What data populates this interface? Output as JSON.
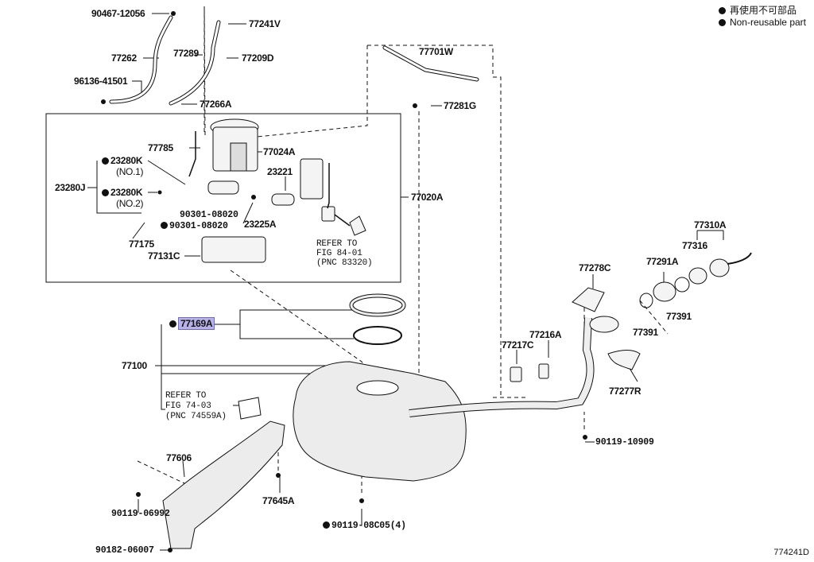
{
  "legend": {
    "line1": "再使用不可部品",
    "line2": "Non-reusable part"
  },
  "figure_id": "774241D",
  "parts": {
    "p90467": "90467-12056",
    "p77241V": "77241V",
    "p77262": "77262",
    "p77289": "77289",
    "p77209D": "77209D",
    "p96136": "96136-41501",
    "p77266A": "77266A",
    "p77701W": "77701W",
    "p77281G": "77281G",
    "p77785": "77785",
    "p77024A": "77024A",
    "p23280K1": "23280K",
    "p23280K1_sub": "(NO.1)",
    "p23280J": "23280J",
    "p23280K2": "23280K",
    "p23280K2_sub": "(NO.2)",
    "p23221": "23221",
    "p77020A": "77020A",
    "p90301a": "90301-08020",
    "p90301b": "90301-08020",
    "p23225A": "23225A",
    "p77175": "77175",
    "p77131C": "77131C",
    "p77310A": "77310A",
    "p77316": "77316",
    "p77291A": "77291A",
    "p77278C": "77278C",
    "p77391a": "77391",
    "p77391b": "77391",
    "p77169A": "77169A",
    "p77216A": "77216A",
    "p77217C": "77217C",
    "p77100": "77100",
    "p77277R": "77277R",
    "p90119_10909": "90119-10909",
    "p77606": "77606",
    "p77645A": "77645A",
    "p90119_06992": "90119-06992",
    "p90119_08C05": "90119-08C05(4)",
    "p90182": "90182-06007"
  },
  "notes": {
    "fig84_line1": "REFER TO",
    "fig84_line2": "FIG 84-01",
    "fig84_line3": "(PNC 83320)",
    "fig74_line1": "REFER TO",
    "fig74_line2": "FIG 74-03",
    "fig74_line3": "(PNC 74559A)"
  },
  "colors": {
    "highlight": "#b7b3e8",
    "line": "#111111",
    "part_fill": "#e9e9e9"
  }
}
